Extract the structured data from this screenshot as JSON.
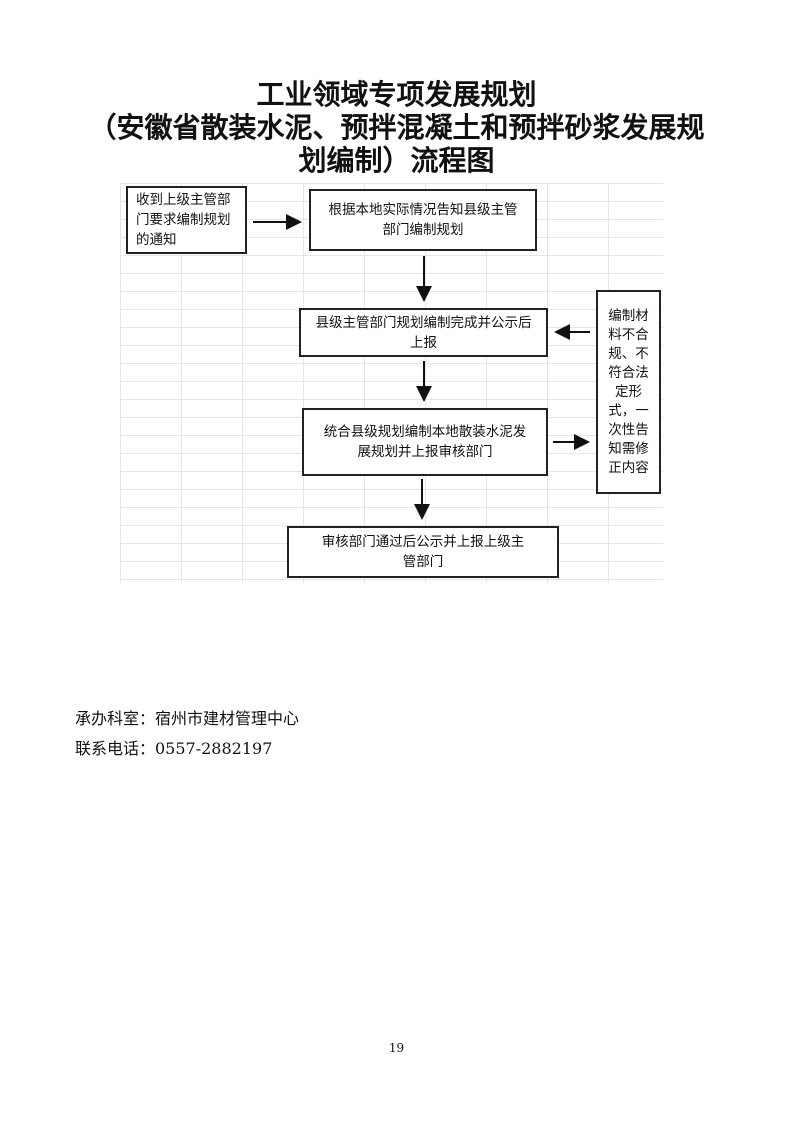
{
  "title": {
    "line1": "工业领域专项发展规划",
    "line2": "（安徽省散装水泥、预拌混凝土和预拌砂浆发展规",
    "line3": "划编制）流程图"
  },
  "flowchart": {
    "step1": "收到上级主管部门要求编制规划的通知",
    "step2": "根据本地实际情况告知县级主管部门编制规划",
    "step3": "县级主管部门规划编制完成并公示后上报",
    "step4": "统合县级规划编制本地散装水泥发展规划并上报审核部门",
    "step5": "审核部门通过后公示并上报上级主管部门",
    "side": "编制材料不合规、不符合法定形式，一次性告知需修正内容"
  },
  "footer": {
    "office": "承办科室：宿州市建材管理中心",
    "phone": "联系电话：0557-2882197"
  },
  "page_number": "19"
}
